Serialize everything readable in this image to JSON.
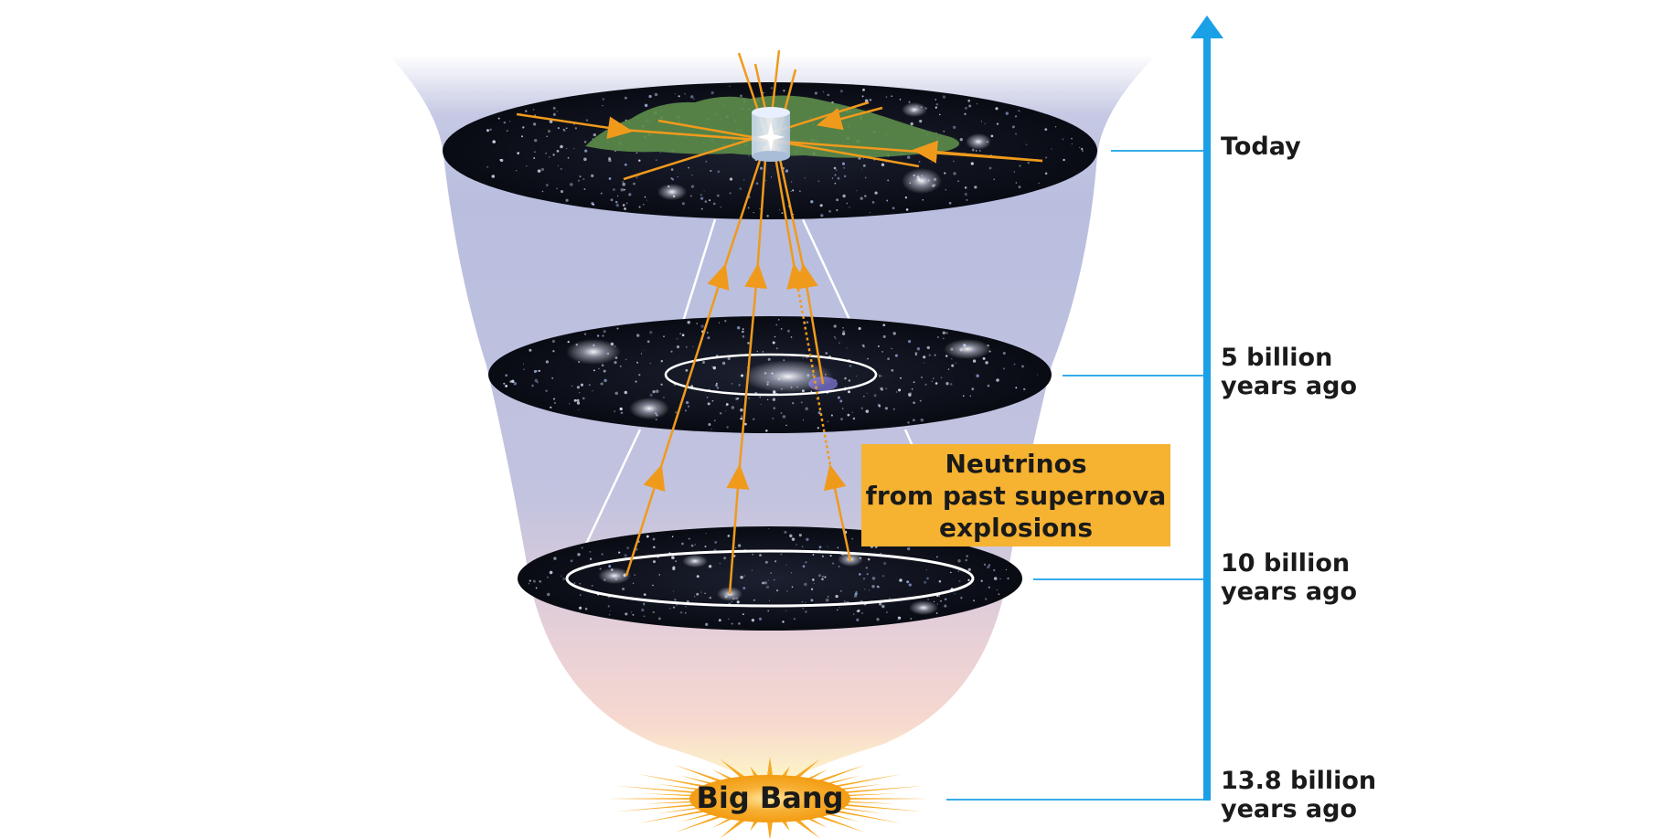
{
  "timeline": {
    "today": "Today",
    "five_billion": "5 billion\nyears ago",
    "ten_billion": "10 billion\nyears ago",
    "big_bang_time": "13.8 billion\nyears ago"
  },
  "callout": {
    "line1": "Neutrinos",
    "line2": "from past supernova",
    "line3": "explosions"
  },
  "big_bang_label": "Big Bang",
  "colors": {
    "timeline_arrow": "#1aa0e6",
    "neutrino_path": "#f09a1c",
    "callout_bg": "#f6b331",
    "funnel_top": "#b7bcdd",
    "funnel_bottom": "#f3d2d0",
    "burst": "#f7a821"
  }
}
